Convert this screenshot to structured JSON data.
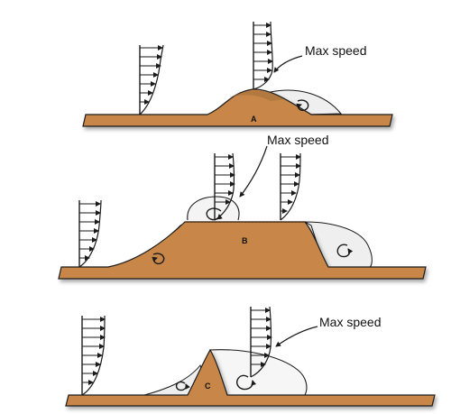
{
  "diagram": {
    "panels": [
      {
        "id": "A",
        "label": "A",
        "callout": "Max speed"
      },
      {
        "id": "B",
        "label": "B",
        "callout": "Max speed"
      },
      {
        "id": "C",
        "label": "C",
        "callout": "Max speed"
      }
    ]
  },
  "colors": {
    "ground": "#c8874a",
    "ground_dark": "#7a4a1e",
    "outline": "#1a1a1a",
    "wake": "#eeeeee",
    "background": "#ffffff"
  }
}
